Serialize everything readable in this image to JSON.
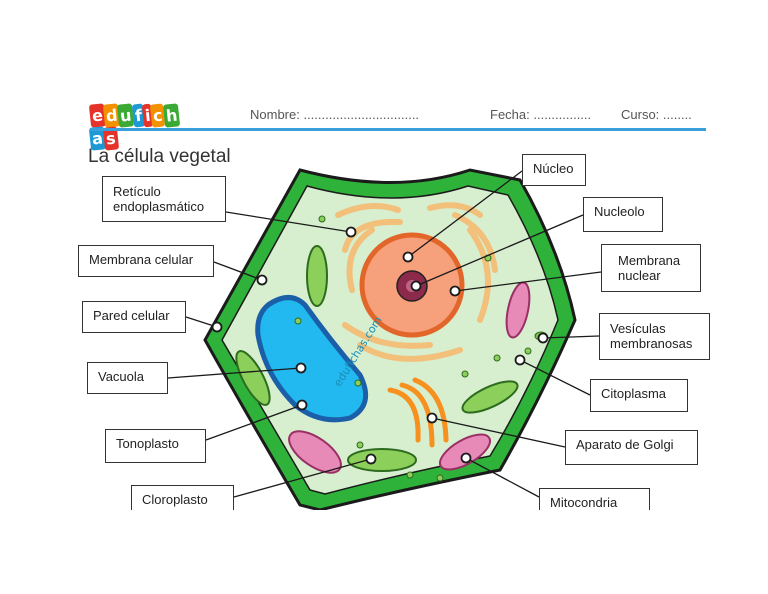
{
  "header": {
    "logo_text": "edufichas",
    "nombre_label": "Nombre: ................................",
    "fecha_label": "Fecha: ................",
    "curso_label": "Curso: ........"
  },
  "title": "La célula vegetal",
  "watermark": "edufichas.com",
  "labels": {
    "reticulo_1": "Retículo",
    "reticulo_2": "endoplasmático",
    "membrana_celular": "Membrana celular",
    "pared_celular": "Pared celular",
    "vacuola": "Vacuola",
    "tonoplasto": "Tonoplasto",
    "cloroplasto": "Cloroplasto",
    "nucleo": "Núcleo",
    "nucleolo": "Nucleolo",
    "membrana_nuclear_1": "Membrana",
    "membrana_nuclear_2": "nuclear",
    "vesiculas_1": "Vesículas",
    "vesiculas_2": "membranosas",
    "citoplasma": "Citoplasma",
    "golgi": "Aparato de Golgi",
    "mitocondria": "Mitocondria"
  },
  "colors": {
    "cell_wall": "#2fb23a",
    "cytoplasm": "#d7efcf",
    "vacuole": "#22b8f0",
    "nucleus": "#f7a07c",
    "nucleolus": "#8b2a4a",
    "golgi": "#f6901e",
    "reticulum": "#f7d49a",
    "chloroplast": "#8ccf5a",
    "mitochondria": "#e88ab8",
    "accent": "#3aa0dc"
  }
}
